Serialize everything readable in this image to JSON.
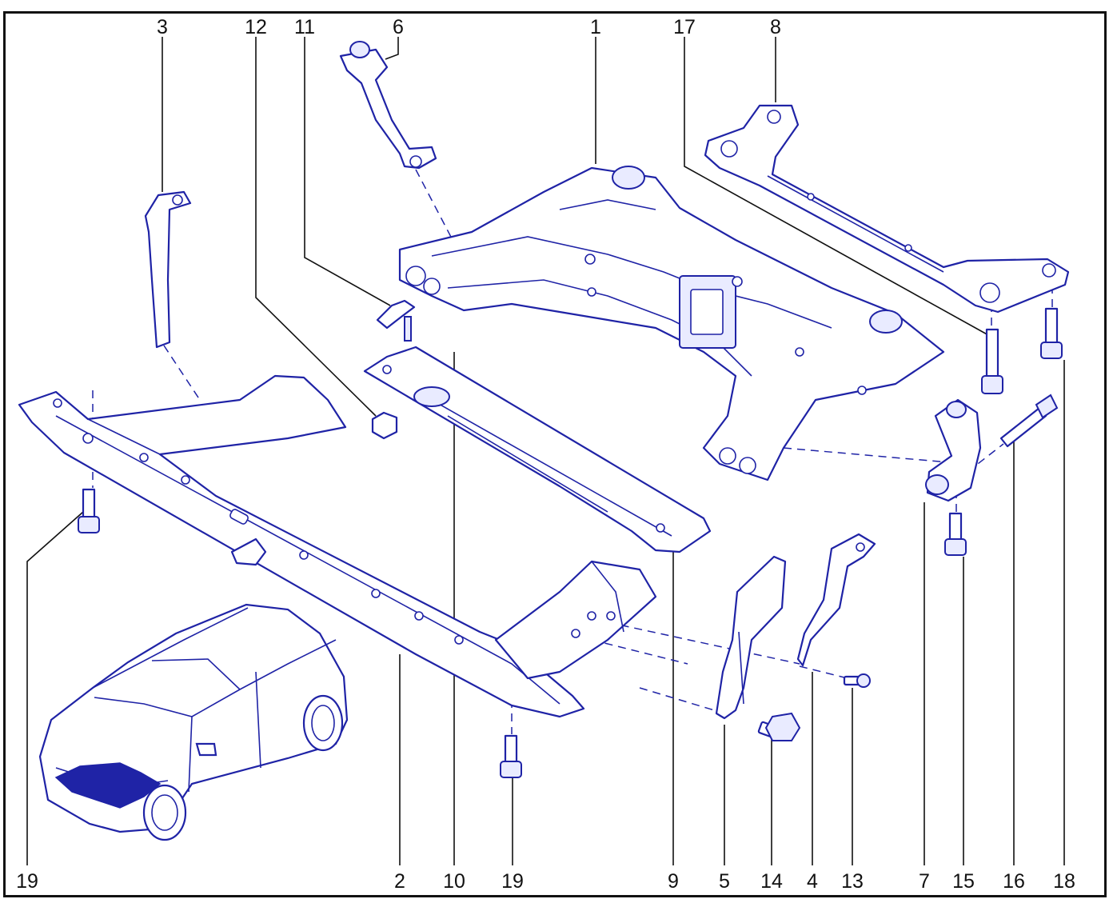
{
  "accent_color": "#1f23a6",
  "labels": {
    "top": [
      "3",
      "12",
      "11",
      "6",
      "1",
      "17",
      "8"
    ],
    "bottom": [
      "19",
      "2",
      "10",
      "19",
      "9",
      "5",
      "14",
      "4",
      "13",
      "7",
      "15",
      "16",
      "18"
    ]
  },
  "icons": [
    "subframe-drawing",
    "car-location-icon"
  ]
}
